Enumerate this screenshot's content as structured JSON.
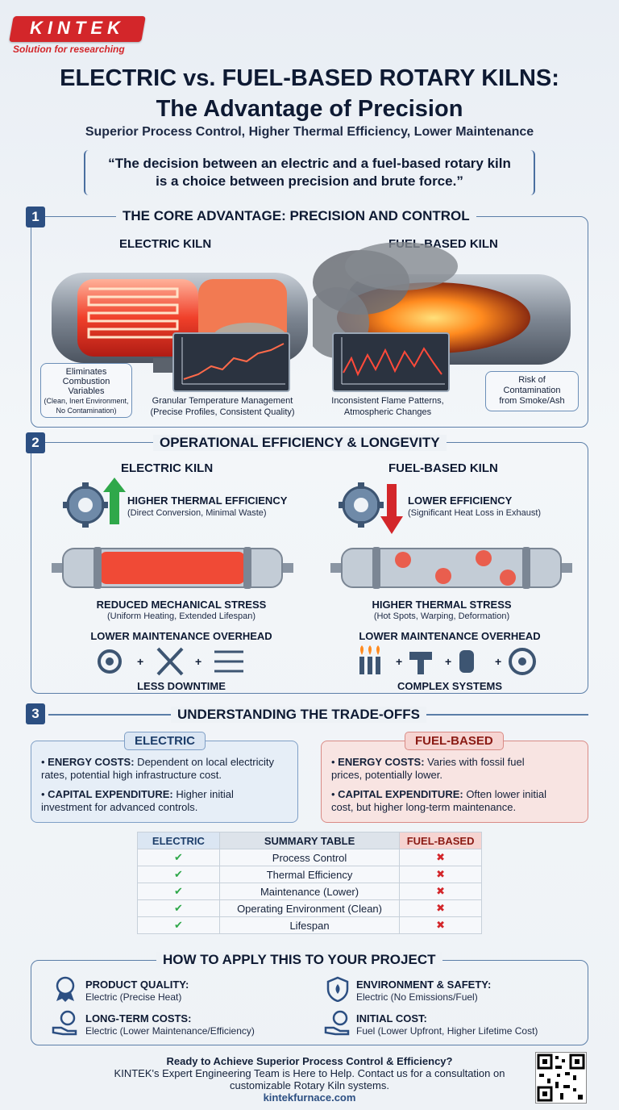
{
  "brand": {
    "logo": "KINTEK",
    "tagline": "Solution for researching",
    "website": "kintekfurnace.com"
  },
  "header": {
    "title_line1": "ELECTRIC vs. FUEL-BASED ROTARY KILNS:",
    "title_line2": "The Advantage of Precision",
    "subtitle": "Superior Process Control, Higher Thermal Efficiency, Lower Maintenance",
    "quote_line1": "“The decision between an electric and a fuel-based rotary kiln",
    "quote_line2": "is a choice between precision and brute force.”"
  },
  "section1": {
    "number": "1",
    "title": "THE CORE ADVANTAGE: PRECISION AND CONTROL",
    "electric_head": "ELECTRIC KILN",
    "fuel_head": "FUEL-BASED KILN",
    "electric_callout_line1": "Eliminates",
    "electric_callout_line2": "Combustion",
    "electric_callout_line3": "Variables",
    "electric_callout_line4": "(Clean, Inert Environment,",
    "electric_callout_line5": "No Contamination)",
    "electric_caption_line1": "Granular Temperature Management",
    "electric_caption_line2": "(Precise Profiles, Consistent Quality)",
    "fuel_caption_line1": "Inconsistent Flame Patterns,",
    "fuel_caption_line2": "Atmospheric Changes",
    "fuel_callout_line1": "Risk of",
    "fuel_callout_line2": "Contamination",
    "fuel_callout_line3": "from Smoke/Ash"
  },
  "section2": {
    "number": "2",
    "title": "OPERATIONAL EFFICIENCY & LONGEVITY",
    "electric_head": "ELECTRIC KILN",
    "fuel_head": "FUEL-BASED KILN",
    "electric_eff_title": "HIGHER THERMAL EFFICIENCY",
    "electric_eff_sub": "(Direct Conversion, Minimal Waste)",
    "fuel_eff_title": "LOWER EFFICIENCY",
    "fuel_eff_sub": "(Significant Heat Loss in Exhaust)",
    "electric_stress_title": "REDUCED MECHANICAL STRESS",
    "electric_stress_sub": "(Uniform Heating, Extended Lifespan)",
    "fuel_stress_title": "HIGHER THERMAL STRESS",
    "fuel_stress_sub": "(Hot Spots, Warping, Deformation)",
    "electric_maint": "LOWER MAINTENANCE OVERHEAD",
    "fuel_maint": "LOWER MAINTENANCE OVERHEAD",
    "electric_result": "LESS DOWNTIME",
    "fuel_result": "COMPLEX SYSTEMS",
    "plus": "+"
  },
  "section3": {
    "number": "3",
    "title": "UNDERSTANDING THE TRADE-OFFS",
    "electric": {
      "label": "ELECTRIC",
      "energy_key": "ENERGY COSTS:",
      "energy_val_1": " Dependent on local electricity",
      "energy_val_2": "rates, potential high infrastructure cost.",
      "capex_key": "CAPITAL EXPENDITURE:",
      "capex_val_1": " Higher initial",
      "capex_val_2": "investment for advanced controls."
    },
    "fuel": {
      "label": "FUEL-BASED",
      "energy_key": "ENERGY COSTS:",
      "energy_val_1": " Varies with fossil fuel",
      "energy_val_2": "prices, potentially lower.",
      "capex_key": "CAPITAL EXPENDITURE:",
      "capex_val_1": " Often lower initial",
      "capex_val_2": "cost, but higher long-term maintenance."
    }
  },
  "summary_table": {
    "head_electric": "ELECTRIC",
    "head_middle": "SUMMARY TABLE",
    "head_fuel": "FUEL-BASED",
    "check": "✔",
    "cross": "✖",
    "rows": [
      "Process Control",
      "Thermal Efficiency",
      "Maintenance (Lower)",
      "Operating Environment (Clean)",
      "Lifespan"
    ]
  },
  "apply": {
    "title": "HOW TO APPLY THIS TO YOUR PROJECT",
    "items": [
      {
        "title": "PRODUCT QUALITY:",
        "sub": "Electric (Precise Heat)"
      },
      {
        "title": "ENVIRONMENT & SAFETY:",
        "sub": "Electric (No Emissions/Fuel)"
      },
      {
        "title": "LONG-TERM COSTS:",
        "sub": "Electric (Lower Maintenance/Efficiency)"
      },
      {
        "title": "INITIAL COST:",
        "sub": "Fuel (Lower Upfront, Higher Lifetime Cost)"
      }
    ]
  },
  "footer": {
    "cta": "Ready to Achieve Superior Process Control & Efficiency?",
    "line1": "KINTEK's Expert Engineering Team is Here to Help. Contact us for a consultation on",
    "line2": "customizable Rotary Kiln systems."
  },
  "colors": {
    "accent_blue": "#2c4f82",
    "brand_red": "#d3262a",
    "check_green": "#2fa84a",
    "cross_red": "#d3262a"
  }
}
